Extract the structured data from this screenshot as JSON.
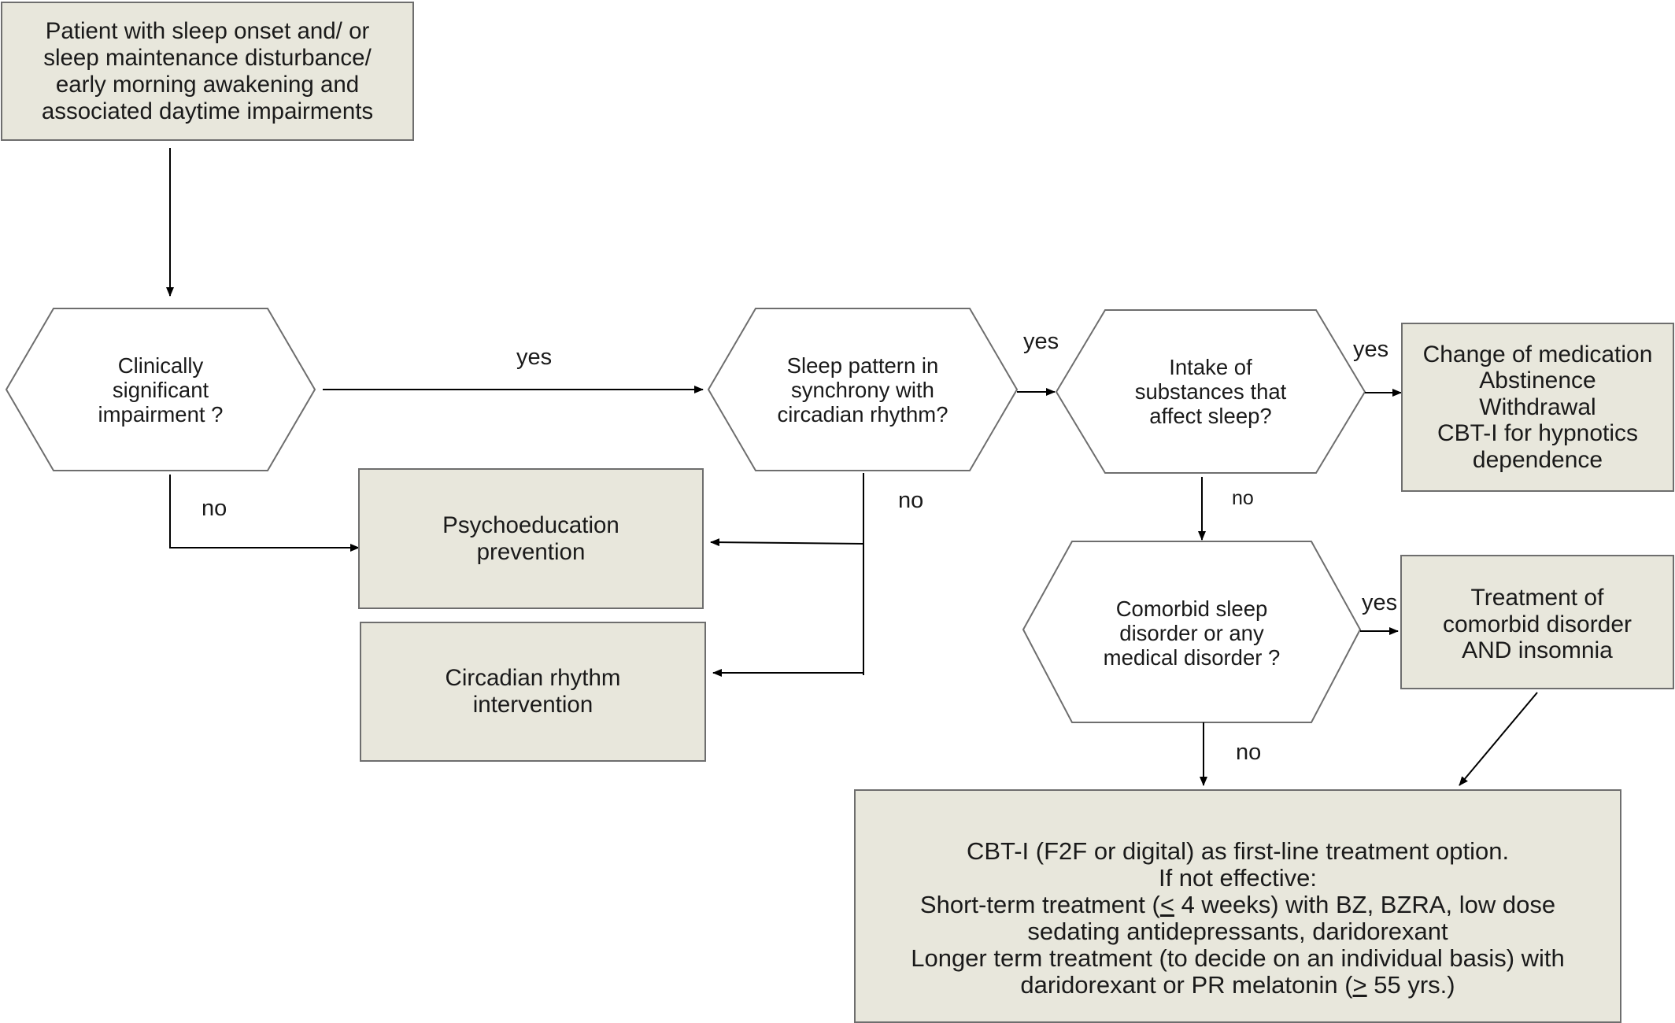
{
  "nodes": {
    "start": "Patient with sleep onset and/ or\nsleep maintenance disturbance/\nearly morning awakening and\nassociated daytime impairments",
    "clinical": "Clinically\nsignificant\nimpairment ?",
    "circadian_q": "Sleep pattern in\nsynchrony with\ncircadian rhythm?",
    "substances_q": "Intake of\nsubstances that\naffect sleep?",
    "medication": "Change of medication\nAbstinence\nWithdrawal\nCBT-I for hypnotics\ndependence",
    "psychoeducation": "Psychoeducation\nprevention",
    "circadian_intervention": "Circadian rhythm\nintervention",
    "comorbid_q": "Comorbid sleep\ndisorder or any\nmedical disorder ?",
    "comorbid_treatment": "Treatment of\ncomorbid disorder\nAND insomnia",
    "cbti": {
      "line1": "CBT-I (F2F or digital) as first-line treatment option.",
      "line2": "If not effective:",
      "line3_pre": "Short-term treatment (",
      "line3_sym": "<",
      "line3_post": " 4 weeks) with BZ, BZRA, low dose",
      "line4": "sedating antidepressants, daridorexant",
      "line5": "Longer term treatment (to decide on an individual basis) with",
      "line6_pre": "daridorexant or PR melatonin (",
      "line6_sym": ">",
      "line6_post": " 55 yrs.)"
    }
  },
  "edge_labels": {
    "clinical_yes": "yes",
    "clinical_no": "no",
    "circadian_yes": "yes",
    "circadian_no": "no",
    "substances_yes": "yes",
    "substances_no": "no",
    "comorbid_yes": "yes",
    "comorbid_no": "no"
  },
  "colors": {
    "box_fill": "#e8e7dc",
    "box_border": "#6e6e6e",
    "line": "#000000"
  }
}
